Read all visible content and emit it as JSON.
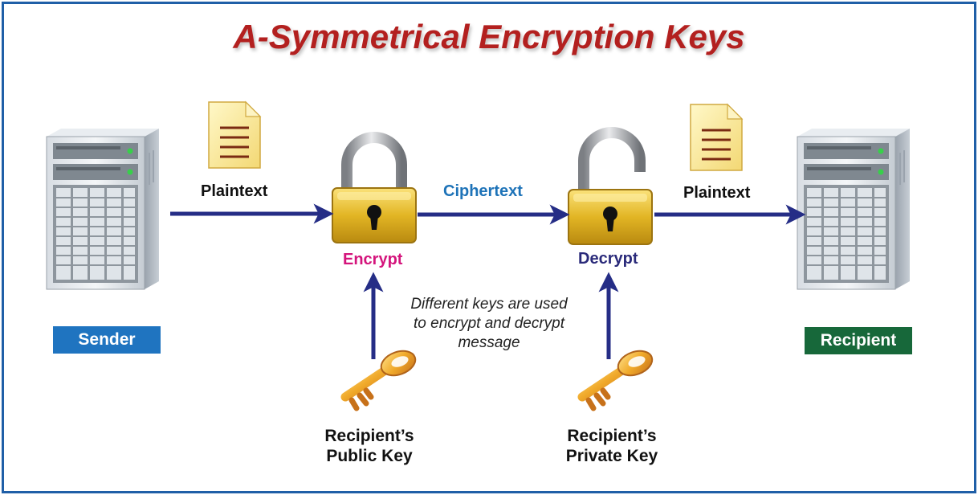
{
  "title": "A-Symmetrical Encryption Keys",
  "labels": {
    "plaintext_left": "Plaintext",
    "ciphertext": "Ciphertext",
    "plaintext_right": "Plaintext",
    "encrypt": "Encrypt",
    "decrypt": "Decrypt",
    "sender": "Sender",
    "recipient": "Recipient"
  },
  "note": {
    "line1": "Different keys are used",
    "line2": "to encrypt and decrypt",
    "line3": "message"
  },
  "keys": {
    "public": {
      "line1": "Recipient’s",
      "line2": "Public Key"
    },
    "private": {
      "line1": "Recipient’s",
      "line2": "Private Key"
    }
  },
  "colors": {
    "title": "#b3201f",
    "frame": "#1f5fa7",
    "arrow": "#252d86",
    "encrypt": "#d4147c",
    "decrypt": "#2a2a7a",
    "ciphertext": "#1e73b8",
    "sender_badge": "#1f74c0",
    "recipient_badge": "#17683a"
  },
  "icons": {
    "sender": "server-icon",
    "recipient": "server-icon",
    "documents": "document-icon",
    "encrypt": "locked-padlock-icon",
    "decrypt": "unlocked-padlock-icon",
    "keys": "golden-key-icon"
  }
}
